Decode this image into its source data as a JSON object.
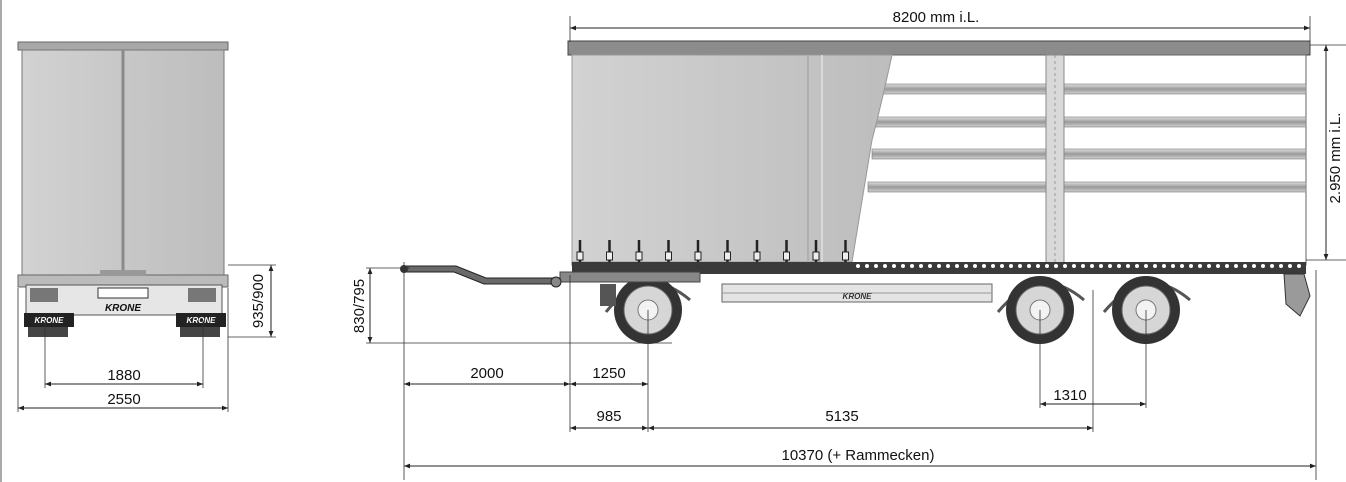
{
  "dimensions": {
    "interior_length": "8200 mm i.L.",
    "interior_height": "2.950 mm i.L.",
    "coupling_height": "830/795",
    "rear_height": "935/900",
    "track_width": "1880",
    "overall_width": "2550",
    "drawbar_length": "2000",
    "front_overhang": "1250",
    "front_axle_offset": "985",
    "wheelbase": "5135",
    "axle_spacing": "1310",
    "overall_length": "10370 (+ Rammecken)"
  },
  "brand": {
    "rear_logo": "KRONE",
    "rear_plate_left": "KRONE",
    "rear_plate_right": "KRONE",
    "side_logo": "KRONE"
  },
  "colors": {
    "curtain": "#c9c9c9",
    "frame": "#8c8c8c",
    "chassis_dark": "#222222",
    "tire": "#333333",
    "rim": "#d6d6d6"
  }
}
